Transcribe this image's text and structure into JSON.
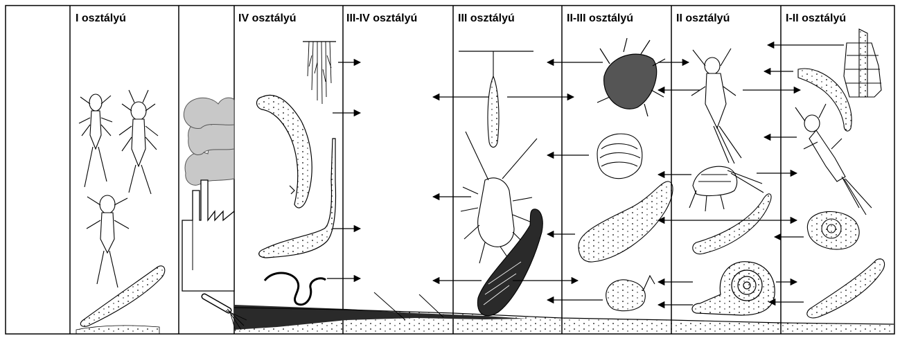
{
  "zones": [
    {
      "id": "z1",
      "label": "I osztályú"
    },
    {
      "id": "z4",
      "label": "IV  osztályú"
    },
    {
      "id": "z34",
      "label": "III-IV osztályú"
    },
    {
      "id": "z3",
      "label": "III osztályú"
    },
    {
      "id": "z23",
      "label": "II-III osztályú"
    },
    {
      "id": "z2",
      "label": "II osztályú"
    },
    {
      "id": "z12",
      "label": "I-II osztályú"
    }
  ],
  "colors": {
    "ink": "#000000",
    "smoke": "#c8c8c8",
    "sediment": "#2a2a2a",
    "paper": "#ffffff"
  }
}
